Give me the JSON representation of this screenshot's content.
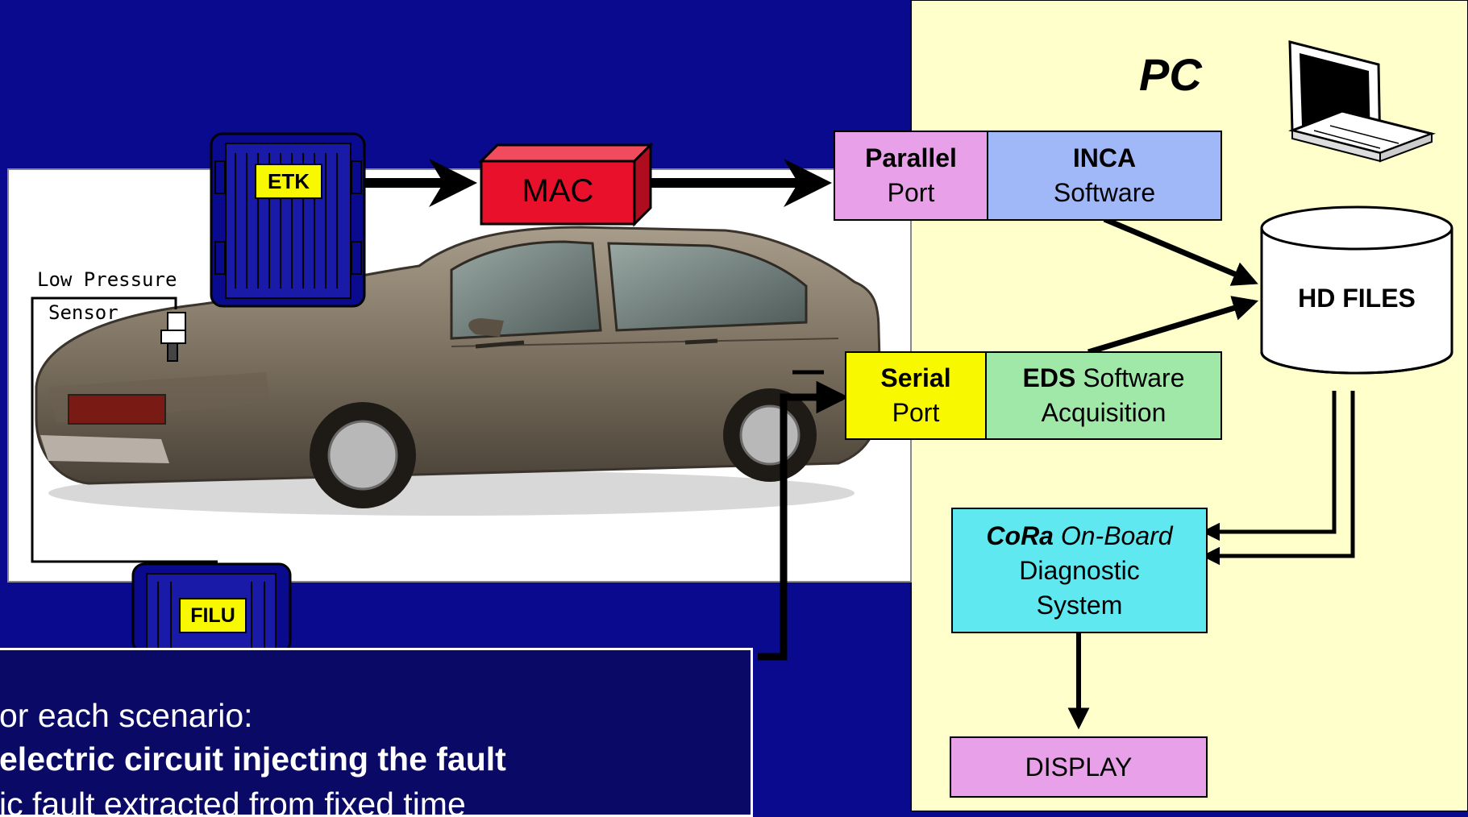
{
  "pc_panel": {
    "title": "PC"
  },
  "boxes": {
    "parallel_port": {
      "line1": "Parallel",
      "line2": "Port"
    },
    "inca": {
      "line1": "INCA",
      "line2": "Software"
    },
    "serial_port": {
      "line1": "Serial",
      "line2": "Port"
    },
    "eds": {
      "line1_bold": "EDS",
      "line1_rest": " Software",
      "line2": "Acquisition"
    },
    "hd_files": {
      "label": "HD FILES"
    },
    "cora": {
      "line1_bold": "CoRa",
      "line1_rest": " On-Board",
      "line2": "Diagnostic",
      "line3": "System"
    },
    "display": {
      "label": "DISPLAY"
    },
    "mac": {
      "label": "MAC"
    }
  },
  "ecus": {
    "etk": "ETK",
    "filu": "FILU"
  },
  "sensor": {
    "line1": "Low Pressure",
    "line2": "Sensor"
  },
  "notes": {
    "line1": "or each scenario:",
    "line2": "electric circuit injecting the fault",
    "line3": "ic fault extracted from fixed time"
  },
  "colors": {
    "background": "#0a0a8e",
    "pc_panel": "#ffffcc",
    "parallel": "#e8a0e8",
    "inca": "#a0b8f8",
    "serial": "#f8f800",
    "eds": "#a0e8a8",
    "cora": "#60e8f0",
    "display": "#e8a0e8",
    "mac": "#e8102a",
    "ecu_label": "#f8f800"
  }
}
